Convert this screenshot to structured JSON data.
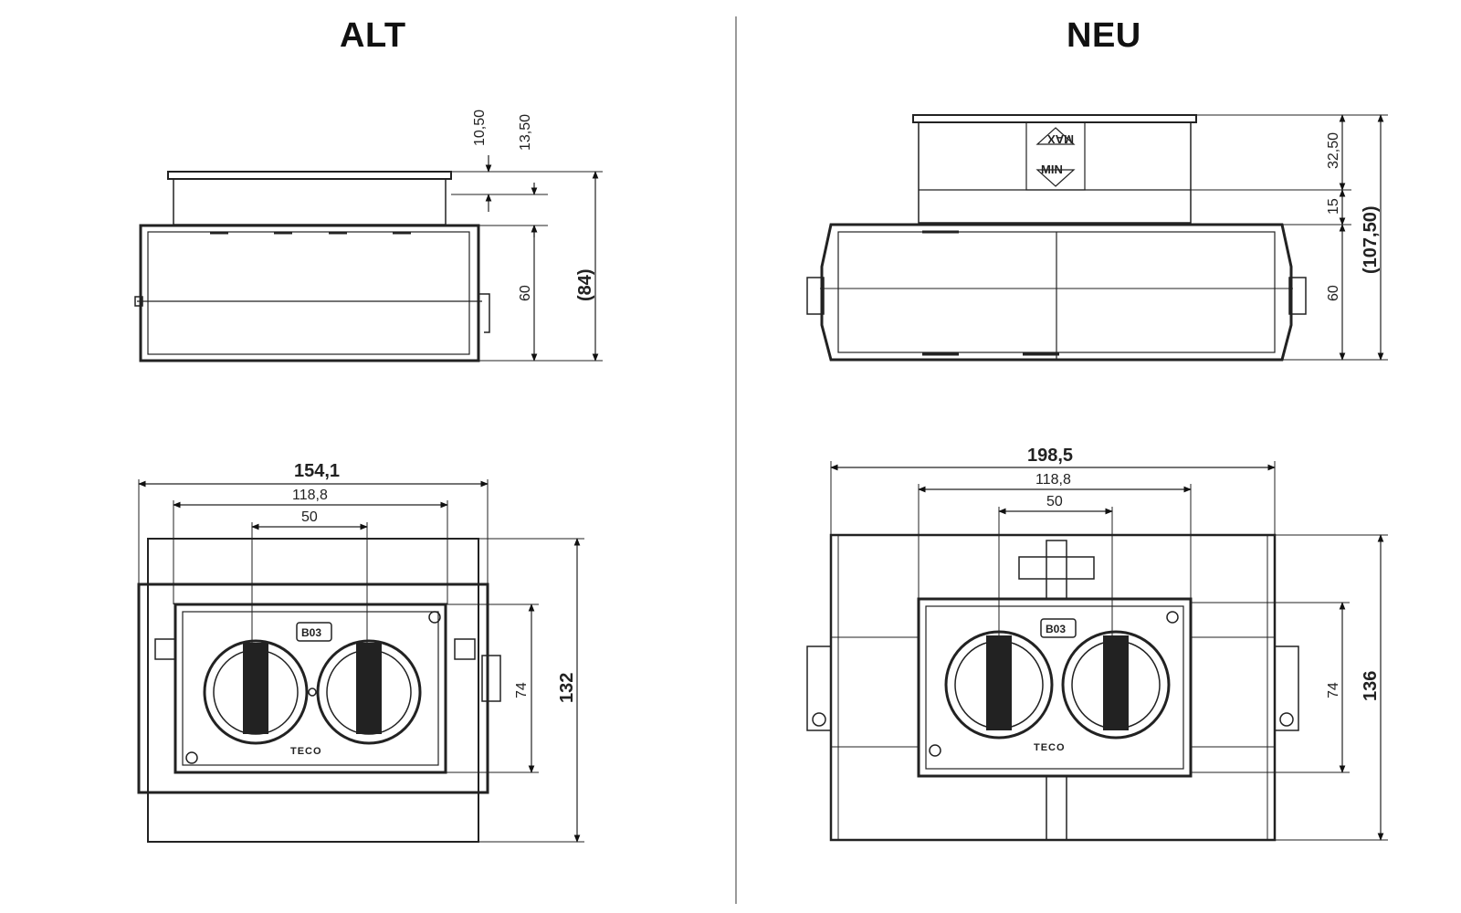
{
  "headings": {
    "left": "ALT",
    "right": "NEU"
  },
  "alt": {
    "side": {
      "d1": "10,50",
      "d2": "13,50",
      "d3": "60",
      "total": "(84)"
    },
    "top": {
      "width": "154,1",
      "inner": "118,8",
      "center": "50",
      "depth_inner": "74",
      "depth": "132",
      "label": "B03"
    }
  },
  "neu": {
    "side": {
      "d1": "32,50",
      "d2": "15",
      "d3": "60",
      "total": "(107,50)",
      "min": "MIN",
      "max": "MAX"
    },
    "top": {
      "width": "198,5",
      "inner": "118,8",
      "center": "50",
      "depth_inner": "74",
      "depth": "136",
      "label": "B03"
    }
  },
  "brand": "TECO"
}
